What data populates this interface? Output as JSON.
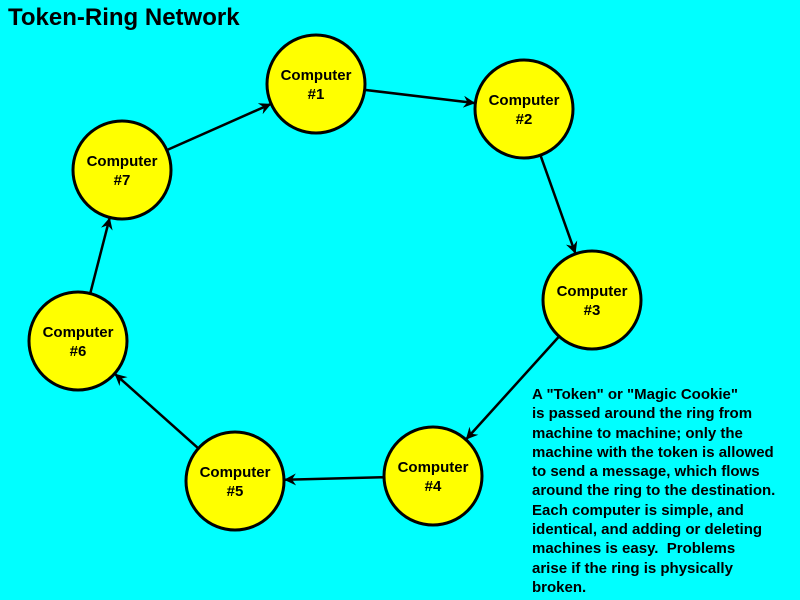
{
  "title": "Token-Ring Network",
  "colors": {
    "background": "#00ffff",
    "node_fill": "#ffff00",
    "stroke": "#000000"
  },
  "nodes": [
    {
      "id": 1,
      "line1": "Computer",
      "line2": "#1"
    },
    {
      "id": 2,
      "line1": "Computer",
      "line2": "#2"
    },
    {
      "id": 3,
      "line1": "Computer",
      "line2": "#3"
    },
    {
      "id": 4,
      "line1": "Computer",
      "line2": "#4"
    },
    {
      "id": 5,
      "line1": "Computer",
      "line2": "#5"
    },
    {
      "id": 6,
      "line1": "Computer",
      "line2": "#6"
    },
    {
      "id": 7,
      "line1": "Computer",
      "line2": "#7"
    }
  ],
  "edges": [
    {
      "from": 1,
      "to": 2
    },
    {
      "from": 2,
      "to": 3
    },
    {
      "from": 3,
      "to": 4
    },
    {
      "from": 4,
      "to": 5
    },
    {
      "from": 5,
      "to": 6
    },
    {
      "from": 6,
      "to": 7
    },
    {
      "from": 7,
      "to": 1
    }
  ],
  "description": {
    "lines": [
      "A \"Token\" or \"Magic Cookie\"",
      "is passed around the ring from",
      "machine to machine; only the",
      "machine with the token is allowed",
      "to send a message, which flows",
      "around the ring to the destination.",
      "Each computer is simple, and",
      "identical, and adding or deleting",
      "machines is easy.  Problems",
      "arise if the ring is physically",
      "broken."
    ]
  }
}
